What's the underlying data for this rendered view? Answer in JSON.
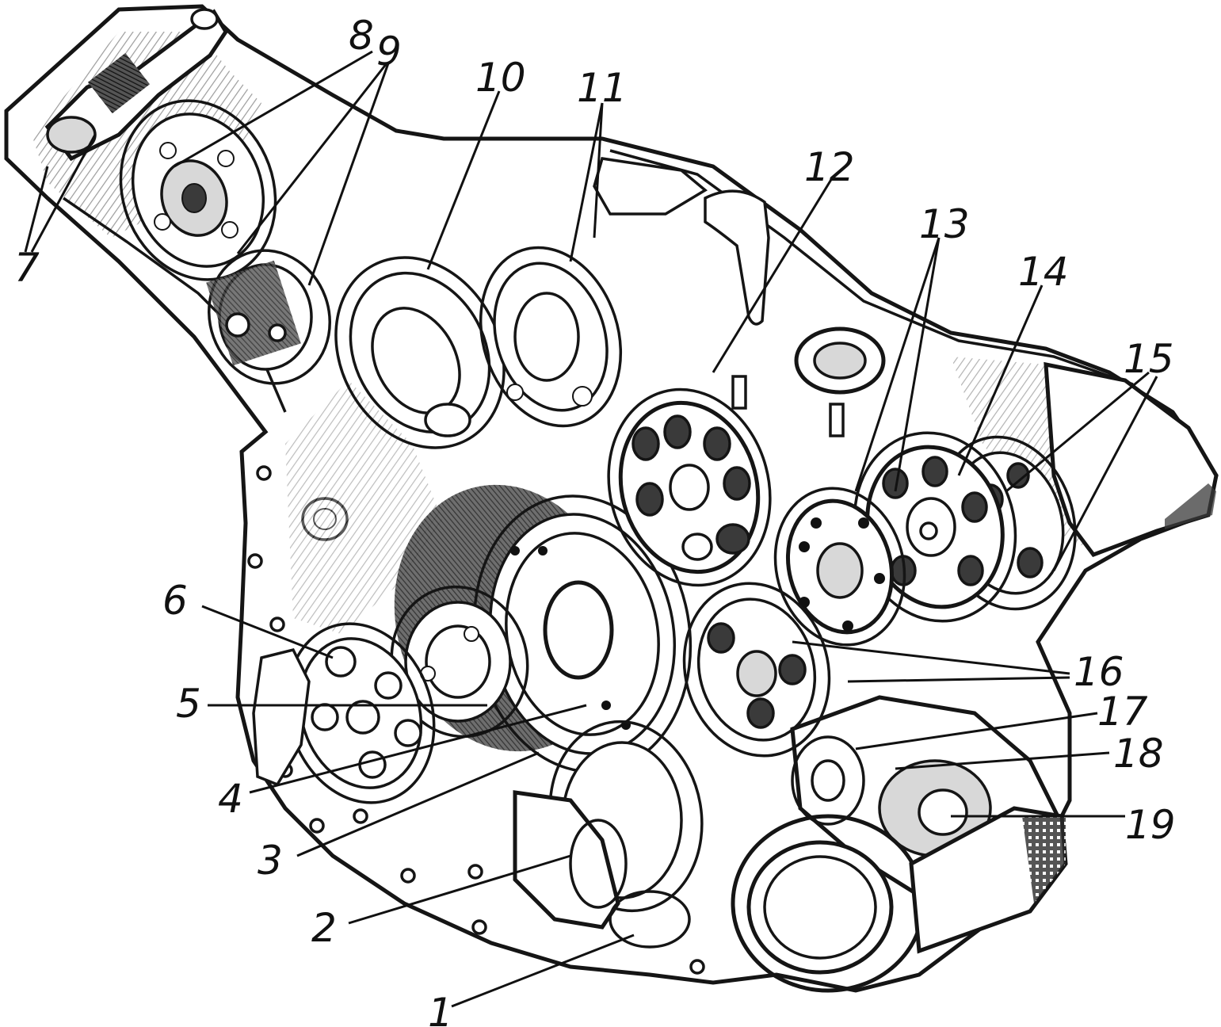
{
  "diagram": {
    "callouts": [
      {
        "id": "c1",
        "label": "1"
      },
      {
        "id": "c2",
        "label": "2"
      },
      {
        "id": "c3",
        "label": "3"
      },
      {
        "id": "c4",
        "label": "4"
      },
      {
        "id": "c5",
        "label": "5"
      },
      {
        "id": "c6",
        "label": "6"
      },
      {
        "id": "c7",
        "label": "7"
      },
      {
        "id": "c8",
        "label": "8"
      },
      {
        "id": "c9",
        "label": "9"
      },
      {
        "id": "c10",
        "label": "10"
      },
      {
        "id": "c11",
        "label": "11"
      },
      {
        "id": "c12",
        "label": "12"
      },
      {
        "id": "c13",
        "label": "13"
      },
      {
        "id": "c14",
        "label": "14"
      },
      {
        "id": "c15",
        "label": "15"
      },
      {
        "id": "c16",
        "label": "16"
      },
      {
        "id": "c17",
        "label": "17"
      },
      {
        "id": "c18",
        "label": "18"
      },
      {
        "id": "c19",
        "label": "19"
      }
    ],
    "colors": {
      "ink": "#111111",
      "paper": "#ffffff",
      "shade": "#3a3a3a"
    }
  }
}
